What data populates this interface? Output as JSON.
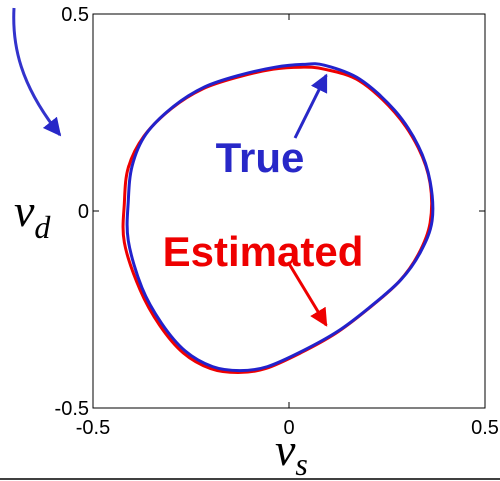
{
  "chart_data": {
    "type": "line",
    "xlabel": {
      "main": "v",
      "sub": "s"
    },
    "ylabel": {
      "main": "v",
      "sub": "d"
    },
    "xlim": [
      -0.5,
      0.5
    ],
    "ylim": [
      -0.5,
      0.5
    ],
    "x_ticks": [
      -0.5,
      0,
      0.5
    ],
    "y_ticks": [
      -0.5,
      0,
      0.5
    ],
    "x_tick_labels": [
      "-0.5",
      "0",
      "0.5"
    ],
    "y_tick_labels": [
      "-0.5",
      "0",
      "0.5"
    ],
    "grid": false,
    "series": [
      {
        "name": "Estimated",
        "color": "#ee0000",
        "x": [
          0.09,
          0.18,
          0.27,
          0.33,
          0.36,
          0.36,
          0.33,
          0.28,
          0.2,
          0.12,
          0.03,
          -0.06,
          -0.13,
          -0.2,
          -0.27,
          -0.33,
          -0.38,
          -0.42,
          -0.42,
          -0.41,
          -0.37,
          -0.3,
          -0.22,
          -0.13,
          -0.04,
          0.03,
          0.09
        ],
        "y": [
          0.36,
          0.33,
          0.25,
          0.16,
          0.07,
          -0.03,
          -0.11,
          -0.18,
          -0.25,
          -0.31,
          -0.36,
          -0.4,
          -0.41,
          -0.4,
          -0.36,
          -0.29,
          -0.2,
          -0.08,
          0.02,
          0.11,
          0.19,
          0.26,
          0.31,
          0.34,
          0.36,
          0.365,
          0.36
        ]
      },
      {
        "name": "True",
        "color": "#2222cc",
        "x": [
          0.09,
          0.18,
          0.27,
          0.33,
          0.36,
          0.365,
          0.335,
          0.285,
          0.205,
          0.125,
          0.035,
          -0.055,
          -0.125,
          -0.195,
          -0.265,
          -0.325,
          -0.375,
          -0.41,
          -0.41,
          -0.4,
          -0.365,
          -0.295,
          -0.215,
          -0.125,
          -0.035,
          0.035,
          0.09
        ],
        "y": [
          0.37,
          0.335,
          0.255,
          0.165,
          0.075,
          -0.025,
          -0.105,
          -0.175,
          -0.245,
          -0.305,
          -0.355,
          -0.395,
          -0.405,
          -0.395,
          -0.355,
          -0.285,
          -0.195,
          -0.075,
          0.025,
          0.115,
          0.195,
          0.265,
          0.315,
          0.345,
          0.365,
          0.372,
          0.37
        ]
      }
    ],
    "annotations": [
      {
        "text": "True",
        "color": "#2828c8",
        "arrow_to": [
          0.09,
          0.37
        ]
      },
      {
        "text": "Estimated",
        "color": "#ee0000",
        "arrow_to": [
          0.09,
          -0.29
        ]
      }
    ]
  }
}
